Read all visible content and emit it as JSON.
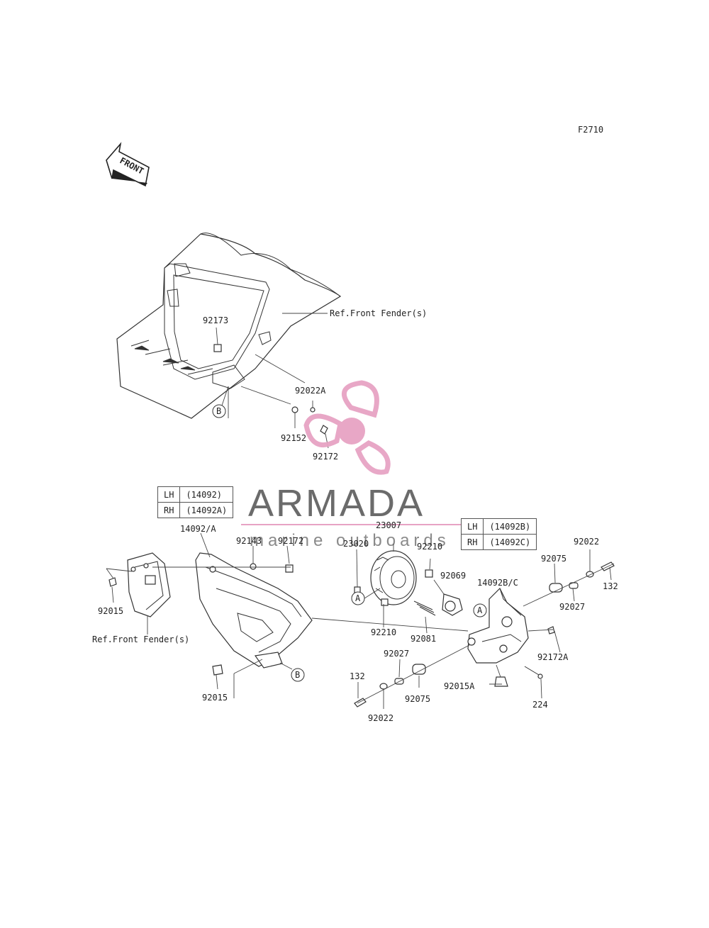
{
  "figure_code": "F2710",
  "front_label": "FRONT",
  "watermark": {
    "title": "ARMADA",
    "subtitle": "marine outboards",
    "colors": {
      "pink": "#e7a3c4",
      "grey": "#6b6b6b"
    }
  },
  "tables": [
    {
      "rows": [
        {
          "side": "LH",
          "part": "(14092)"
        },
        {
          "side": "RH",
          "part": "(14092A)"
        }
      ]
    },
    {
      "rows": [
        {
          "side": "LH",
          "part": "(14092B)"
        },
        {
          "side": "RH",
          "part": "(14092C)"
        }
      ]
    }
  ],
  "callouts": {
    "A": "A",
    "B": "B"
  },
  "labels": {
    "ref_fender_top": "Ref.Front Fender(s)",
    "ref_fender_bottom": "Ref.Front Fender(s)",
    "p92173": "92173",
    "p92022A": "92022A",
    "p92152": "92152",
    "p92172_top": "92172",
    "p14092": "14092/A",
    "p92143": "92143",
    "p92172_mid": "92172",
    "p92015_left": "92015",
    "p92015_bottom": "92015",
    "p23007": "23007",
    "p23020": "23020",
    "p92210_top": "92210",
    "p92069": "92069",
    "p92210_bottom": "92210",
    "p92081": "92081",
    "p14092B": "14092B/C",
    "p92075_top": "92075",
    "p92022_top": "92022",
    "p132_top": "132",
    "p92027_top": "92027",
    "p92172A": "92172A",
    "p92027_bottom": "92027",
    "p132_bottom": "132",
    "p92075_bottom": "92075",
    "p92015A": "92015A",
    "p224": "224",
    "p92022_bottom": "92022"
  }
}
